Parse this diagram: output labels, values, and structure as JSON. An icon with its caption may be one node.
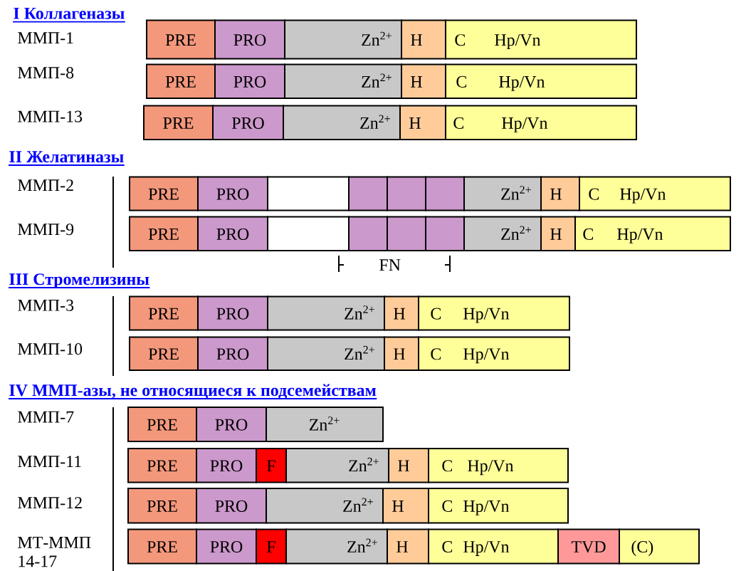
{
  "diagram": {
    "nodes": [
      {
        "text": [
          "PRE"
        ]
      },
      {
        "text": [
          "PRO"
        ]
      },
      {
        "text": [
          "Zn$^{2+}$"
        ]
      },
      {
        "text": [
          "H"
        ]
      },
      {
        "text": [
          "C",
          "Hp/Vn"
        ]
      },
      {
        "text": [
          "PRE"
        ]
      },
      {
        "text": [
          "PRO"
        ]
      },
      {
        "text": [
          "Zn$^{2+}$"
        ]
      },
      {
        "text": [
          "H"
        ]
      },
      {
        "text": [
          "C",
          "Hp/Vn"
        ]
      },
      {
        "text": [
          "PRE"
        ]
      },
      {
        "text": [
          "PRO"
        ]
      },
      {
        "text": [
          "Zn$^{2+}$"
        ]
      },
      {
        "text": [
          "H"
        ]
      },
      {
        "text": [
          "C",
          "Hp/Vn"
        ]
      },
      {
        "text": [
          "PRE"
        ]
      },
      {
        "text": [
          "PRO"
        ]
      },
      {
        "text": [],
        "shape": "box"
      },
      {
        "text": [],
        "shape": "box"
      },
      {
        "text": [],
        "shape": "box"
      },
      {
        "text": [],
        "shape": "box"
      },
      {
        "text": [
          "Zn$^{2+}$"
        ]
      },
      {
        "text": [
          "H"
        ]
      },
      {
        "text": [
          "C",
          "Hp/Vn"
        ]
      },
      {
        "text": [
          "PRE"
        ]
      },
      {
        "text": [
          "PRO"
        ]
      },
      {
        "text": [],
        "shape": "box"
      },
      {
        "text": [],
        "shape": "box"
      },
      {
        "text": [],
        "shape": "box"
      },
      {
        "text": [],
        "shape": "box"
      },
      {
        "text": [
          "Zn$^{2+}$"
        ]
      },
      {
        "text": [
          "H"
        ]
      },
      {
        "text": [
          "C",
          "Hp/Vn"
        ]
      },
      {
        "text": [
          "PRE"
        ]
      },
      {
        "text": [
          "PRO"
        ]
      },
      {
        "text": [
          "Zn$^{2+}$"
        ]
      },
      {
        "text": [
          "H"
        ]
      },
      {
        "text": [
          "C",
          "Hp/Vn"
        ]
      },
      {
        "text": [
          "PRE"
        ]
      },
      {
        "text": [
          "PRO"
        ]
      },
      {
        "text": [
          "Zn$^{2+}$"
        ]
      },
      {
        "text": [
          "H"
        ]
      },
      {
        "text": [
          "C",
          "Hp/Vn"
        ]
      },
      {
        "text": [
          "PRE"
        ]
      },
      {
        "text": [
          "PRO"
        ]
      },
      {
        "text": [
          "Zn$^{2+}$"
        ]
      },
      {
        "text": [
          "PRE"
        ]
      },
      {
        "text": [
          "PRO"
        ]
      },
      {
        "text": [
          "F"
        ]
      },
      {
        "text": [
          "Zn$^{2+}$"
        ]
      },
      {
        "text": [
          "H"
        ]
      },
      {
        "text": [
          "C",
          "Hp/Vn"
        ]
      },
      {
        "text": [
          "PRE"
        ]
      },
      {
        "text": [
          "PRO"
        ]
      },
      {
        "text": [
          "Zn$^{2+}$"
        ]
      },
      {
        "text": [
          "H"
        ]
      },
      {
        "text": [
          "C",
          "Hp/Vn"
        ]
      },
      {
        "text": [
          "PRE"
        ]
      },
      {
        "text": [
          "PRO"
        ]
      },
      {
        "text": [
          "F"
        ]
      },
      {
        "text": [
          "Zn$^{2+}$"
        ]
      },
      {
        "text": [
          "H"
        ]
      },
      {
        "text": [
          "C",
          "Hp/Vn"
        ]
      },
      {
        "text": [
          "TVD"
        ]
      },
      {
        "text": [
          "(C)"
        ]
      }
    ],
    "labels": [
      "I Коллагеназы",
      "ММП-1",
      "ММП-8",
      "ММП-13",
      "II Желатиназы",
      "ММП-2",
      "ММП-9",
      "FN",
      "III Стромелизины",
      "ММП-3",
      "ММП-10",
      "IV ММП-азы, не относящиеся к подсемействам",
      "ММП-7",
      "ММП-11",
      "ММП-12",
      "МТ-ММП 14-17"
    ]
  }
}
